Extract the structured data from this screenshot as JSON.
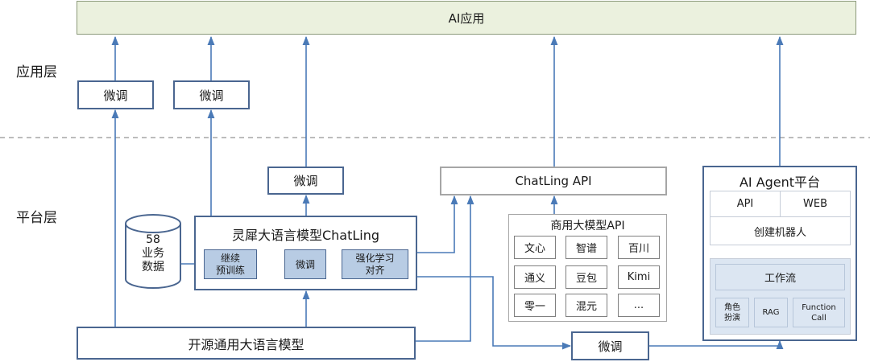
{
  "top": {
    "app_label": "AI应用"
  },
  "layers": {
    "application": "应用层",
    "platform": "平台层"
  },
  "finetune_label": "微调",
  "business_data": "58\n业务\n数据",
  "chatling_model": {
    "title": "灵犀大语言模型ChatLing",
    "stages": [
      "继续\n预训练",
      "微调",
      "强化学习\n对齐"
    ]
  },
  "chatling_api": "ChatLing API",
  "commercial_api": {
    "title": "商用大模型API",
    "models": [
      "文心",
      "智谱",
      "百川",
      "通义",
      "豆包",
      "Kimi",
      "零一",
      "混元",
      "..."
    ]
  },
  "open_source_model": "开源通用大语言模型",
  "agent_platform": {
    "title": "AI Agent平台",
    "api": "API",
    "web": "WEB",
    "create_bot": "创建机器人",
    "workflow": "工作流",
    "role_play": "角色\n扮演",
    "rag": "RAG",
    "function_call": "Function\nCall"
  },
  "colors": {
    "navy": "#4a6690",
    "top_fill": "#ebf1de",
    "stage_fill": "#b8cce4",
    "arrow": "#4a7ab7",
    "divider": "#a6a6a6"
  }
}
